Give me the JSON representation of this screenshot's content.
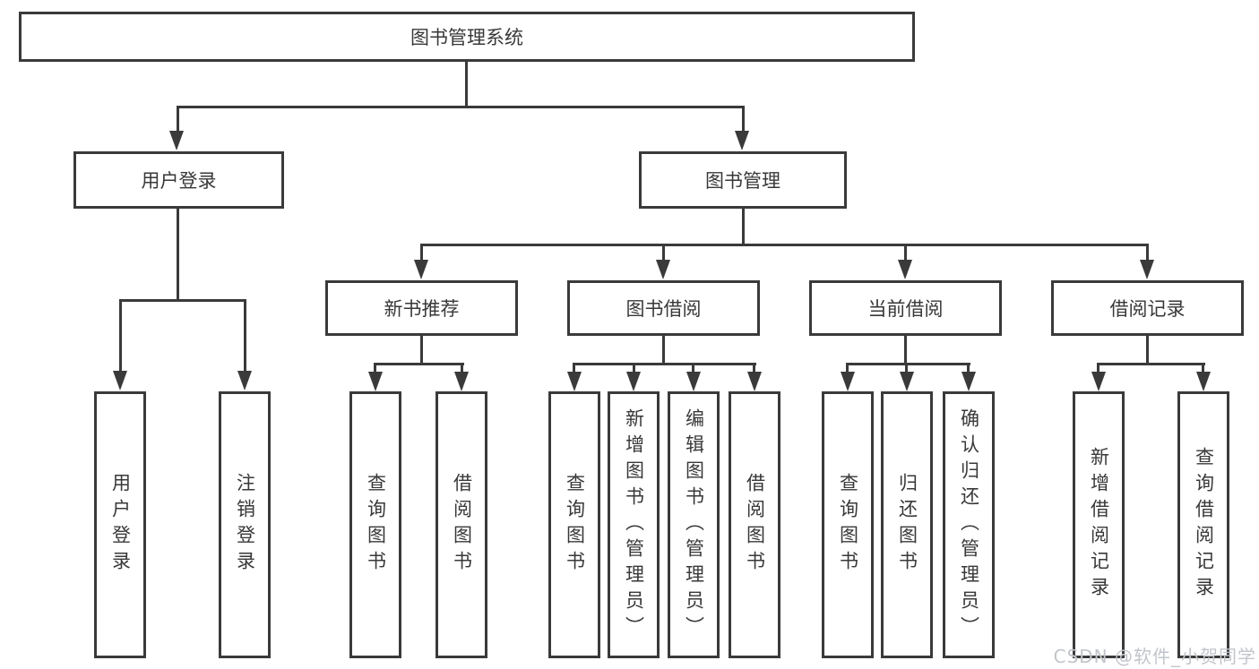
{
  "diagram": {
    "title": "图书管理系统",
    "root": {
      "label": "图书管理系统"
    },
    "branches": [
      {
        "label": "用户登录",
        "leaves": [
          "用户登录",
          "注销登录"
        ]
      },
      {
        "label": "图书管理",
        "sections": [
          {
            "label": "新书推荐",
            "leaves": [
              "查询图书",
              "借阅图书"
            ]
          },
          {
            "label": "图书借阅",
            "leaves": [
              "查询图书",
              "新增图书（管理员）",
              "编辑图书（管理员）",
              "借阅图书"
            ]
          },
          {
            "label": "当前借阅",
            "leaves": [
              "查询图书",
              "归还图书",
              "确认归还（管理员）"
            ]
          },
          {
            "label": "借阅记录",
            "leaves": [
              "新增借阅记录",
              "查询借阅记录"
            ]
          }
        ]
      }
    ]
  },
  "watermark": {
    "text": "CSDN @软件_小贺同学"
  },
  "colors": {
    "line": "#3a3a3a",
    "text": "#383838",
    "watermark": "#c2c5cb",
    "background": "#ffffff"
  }
}
